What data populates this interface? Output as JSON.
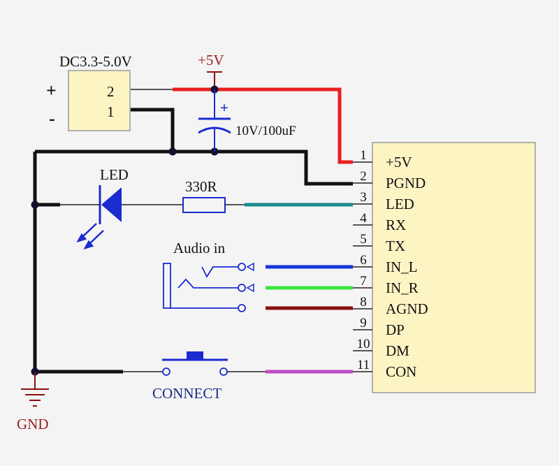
{
  "power_connector": {
    "voltage_label": "DC3.3-5.0V",
    "pin_2": "2",
    "pin_1": "1",
    "plus_sign": "+",
    "minus_sign": "-"
  },
  "supply": {
    "net_label": "+5V"
  },
  "capacitor": {
    "polarity": "+",
    "value": "10V/100uF"
  },
  "led": {
    "label": "LED"
  },
  "resistor": {
    "value": "330R"
  },
  "audio_jack": {
    "label": "Audio in"
  },
  "button": {
    "label": "CONNECT"
  },
  "ground": {
    "label": "GND"
  },
  "module": {
    "pins": [
      {
        "number": "1",
        "name": "+5V"
      },
      {
        "number": "2",
        "name": "PGND"
      },
      {
        "number": "3",
        "name": "LED"
      },
      {
        "number": "4",
        "name": "RX"
      },
      {
        "number": "5",
        "name": "TX"
      },
      {
        "number": "6",
        "name": "IN_L"
      },
      {
        "number": "7",
        "name": "IN_R"
      },
      {
        "number": "8",
        "name": "AGND"
      },
      {
        "number": "9",
        "name": "DP"
      },
      {
        "number": "10",
        "name": "DM"
      },
      {
        "number": "11",
        "name": "CON"
      }
    ]
  },
  "colors": {
    "power_net": "#e8201c",
    "ground_net": "#111111",
    "led_net": "#1e8c8c",
    "left_audio_net": "#1436d8",
    "right_audio_net": "#3ce63c",
    "agnd_net": "#8a1010",
    "con_net": "#c04ac8",
    "component_blue": "#1a2bd0",
    "label_red": "#9a2020",
    "box_fill": "#fdf4c4"
  }
}
